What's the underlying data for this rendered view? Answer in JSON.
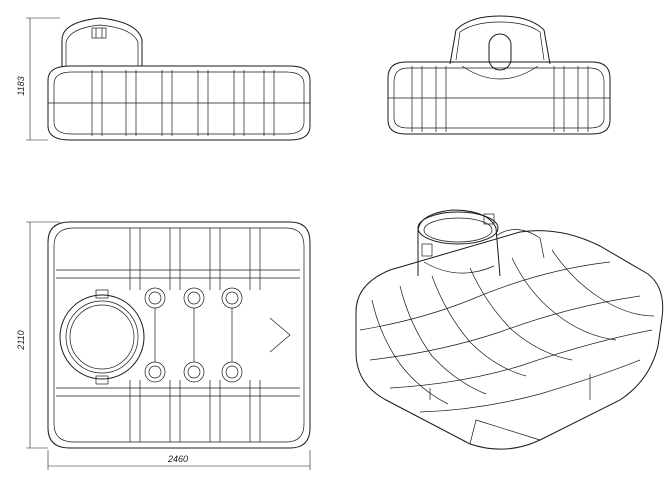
{
  "dimensions": {
    "height": "1183",
    "depth": "2110",
    "width": "2460"
  },
  "views": [
    "front-view",
    "side-view",
    "top-view",
    "isometric-view"
  ],
  "colors": {
    "line": "#1a1a1a",
    "background": "#ffffff"
  }
}
